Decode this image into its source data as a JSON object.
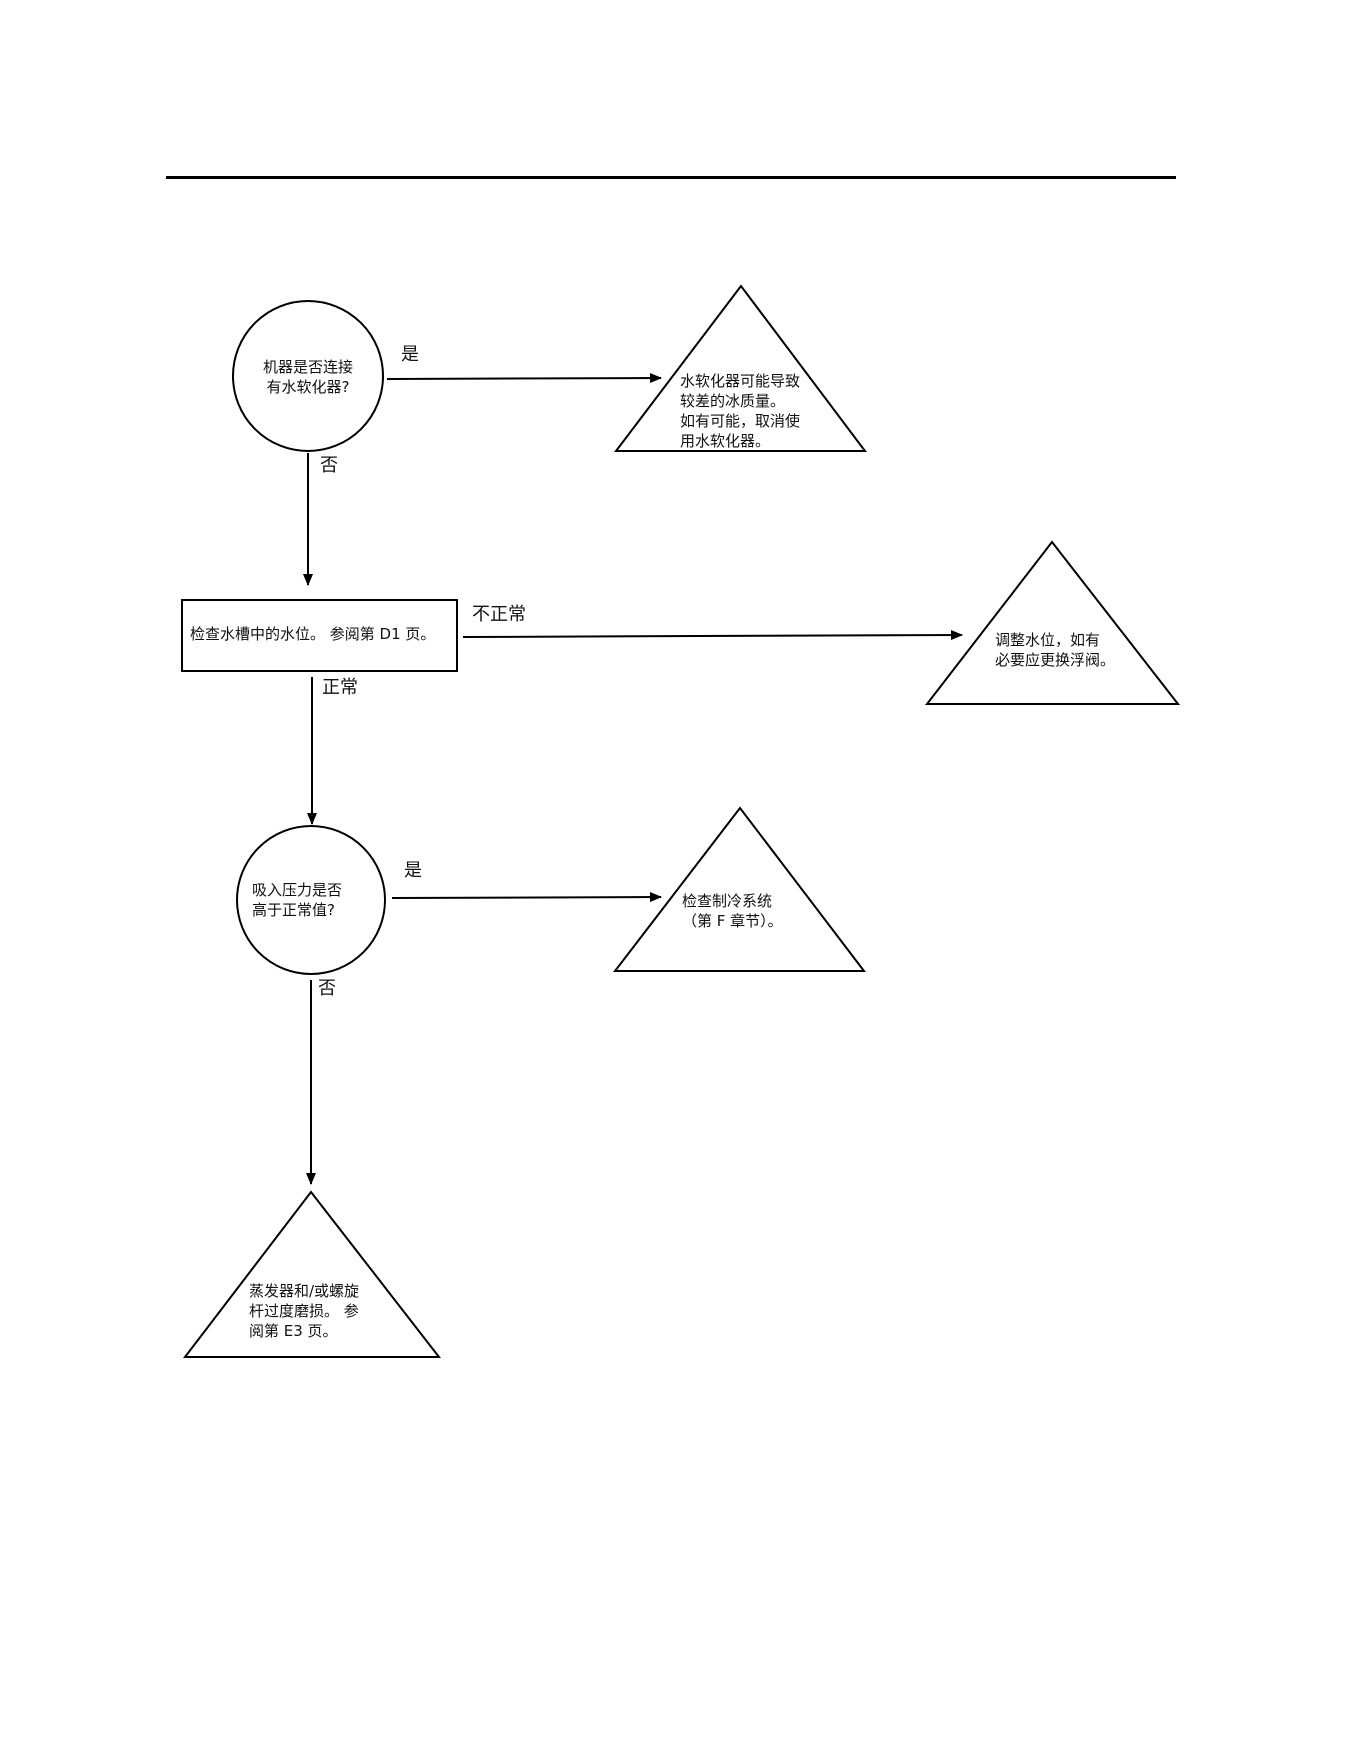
{
  "nodes": {
    "q_softener": "机器是否连接\n有水软化器?",
    "r_softener": "水软化器可能导致\n较差的冰质量。\n如有可能，取消使\n用水软化器。",
    "check_water": "检查水槽中的水位。 参阅第 D1 页。",
    "r_water": "调整水位，如有\n必要应更换浮阀。",
    "q_suction": "吸入压力是否\n高于正常值?",
    "r_refrig": "检查制冷系统\n（第 F 章节）。",
    "r_wear": "蒸发器和/或螺旋\n杆过度磨损。 参\n阅第 E3 页。"
  },
  "edges": {
    "yes1": "是",
    "no1": "否",
    "abnormal": "不正常",
    "normal": "正常",
    "yes2": "是",
    "no2": "否"
  }
}
